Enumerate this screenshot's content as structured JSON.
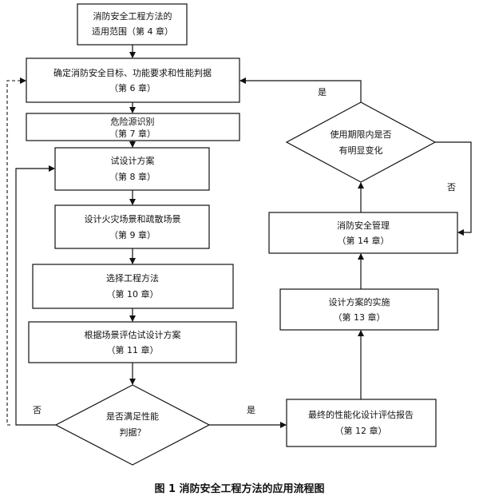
{
  "nodes": {
    "scope": {
      "line1": "消防安全工程方法的",
      "line2": "适用范围（第 4 章）"
    },
    "objectives": {
      "line1": "确定消防安全目标、功能要求和性能判据",
      "line2": "（第 6 章）"
    },
    "hazard": {
      "line1": "危险源识别",
      "line2": "（第 7 章）"
    },
    "trial": {
      "line1": "试设计方案",
      "line2": "（第 8 章）"
    },
    "scenarios": {
      "line1": "设计火灾场景和疏散场景",
      "line2": "（第 9 章）"
    },
    "methods": {
      "line1": "选择工程方法",
      "line2": "（第 10 章）"
    },
    "evaluate": {
      "line1": "根据场景评估试设计方案",
      "line2": "（第 11 章）"
    },
    "decision": {
      "line1": "是否满足性能",
      "line2": "判据？"
    },
    "report": {
      "line1": "最终的性能化设计评估报告",
      "line2": "（第 12 章）"
    },
    "implement": {
      "line1": "设计方案的实施",
      "line2": "（第 13 章）"
    },
    "management": {
      "line1": "消防安全管理",
      "line2": "（第 14 章）"
    },
    "change": {
      "line1": "使用期限内是否",
      "line2": "有明显变化"
    }
  },
  "edge_labels": {
    "decision_no": "否",
    "decision_yes": "是",
    "change_yes": "是",
    "change_no": "否"
  },
  "caption": "图 1   消防安全工程方法的应用流程图"
}
